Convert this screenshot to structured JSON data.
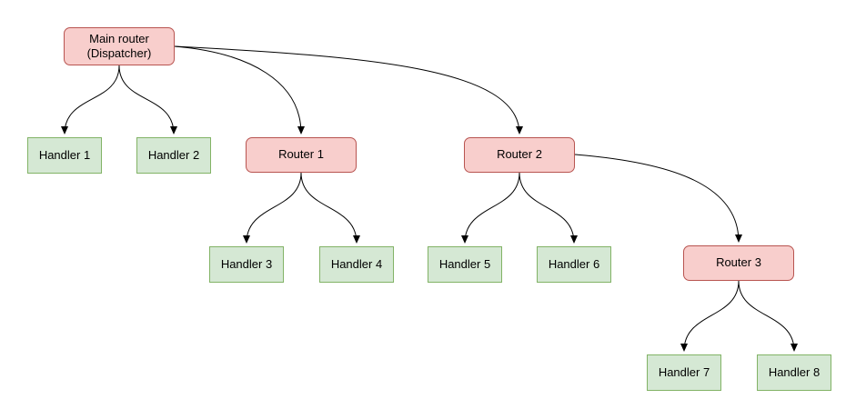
{
  "colors": {
    "page_bg": "#ffffff",
    "router_fill": "#f8cecc",
    "router_border": "#b85450",
    "handler_fill": "#d5e8d4",
    "handler_border": "#82b366",
    "edge_color": "#000000"
  },
  "nodes": {
    "main_router": {
      "label": "Main router\n(Dispatcher)",
      "type": "router"
    },
    "handler_1": {
      "label": "Handler 1",
      "type": "handler"
    },
    "handler_2": {
      "label": "Handler 2",
      "type": "handler"
    },
    "router_1": {
      "label": "Router 1",
      "type": "router"
    },
    "router_2": {
      "label": "Router 2",
      "type": "router"
    },
    "handler_3": {
      "label": "Handler 3",
      "type": "handler"
    },
    "handler_4": {
      "label": "Handler 4",
      "type": "handler"
    },
    "handler_5": {
      "label": "Handler 5",
      "type": "handler"
    },
    "handler_6": {
      "label": "Handler 6",
      "type": "handler"
    },
    "router_3": {
      "label": "Router 3",
      "type": "router"
    },
    "handler_7": {
      "label": "Handler 7",
      "type": "handler"
    },
    "handler_8": {
      "label": "Handler 8",
      "type": "handler"
    }
  },
  "edges": [
    {
      "from": "main_router",
      "to": "handler_1"
    },
    {
      "from": "main_router",
      "to": "handler_2"
    },
    {
      "from": "main_router",
      "to": "router_1"
    },
    {
      "from": "main_router",
      "to": "router_2"
    },
    {
      "from": "router_1",
      "to": "handler_3"
    },
    {
      "from": "router_1",
      "to": "handler_4"
    },
    {
      "from": "router_2",
      "to": "handler_5"
    },
    {
      "from": "router_2",
      "to": "handler_6"
    },
    {
      "from": "router_2",
      "to": "router_3"
    },
    {
      "from": "router_3",
      "to": "handler_7"
    },
    {
      "from": "router_3",
      "to": "handler_8"
    }
  ]
}
